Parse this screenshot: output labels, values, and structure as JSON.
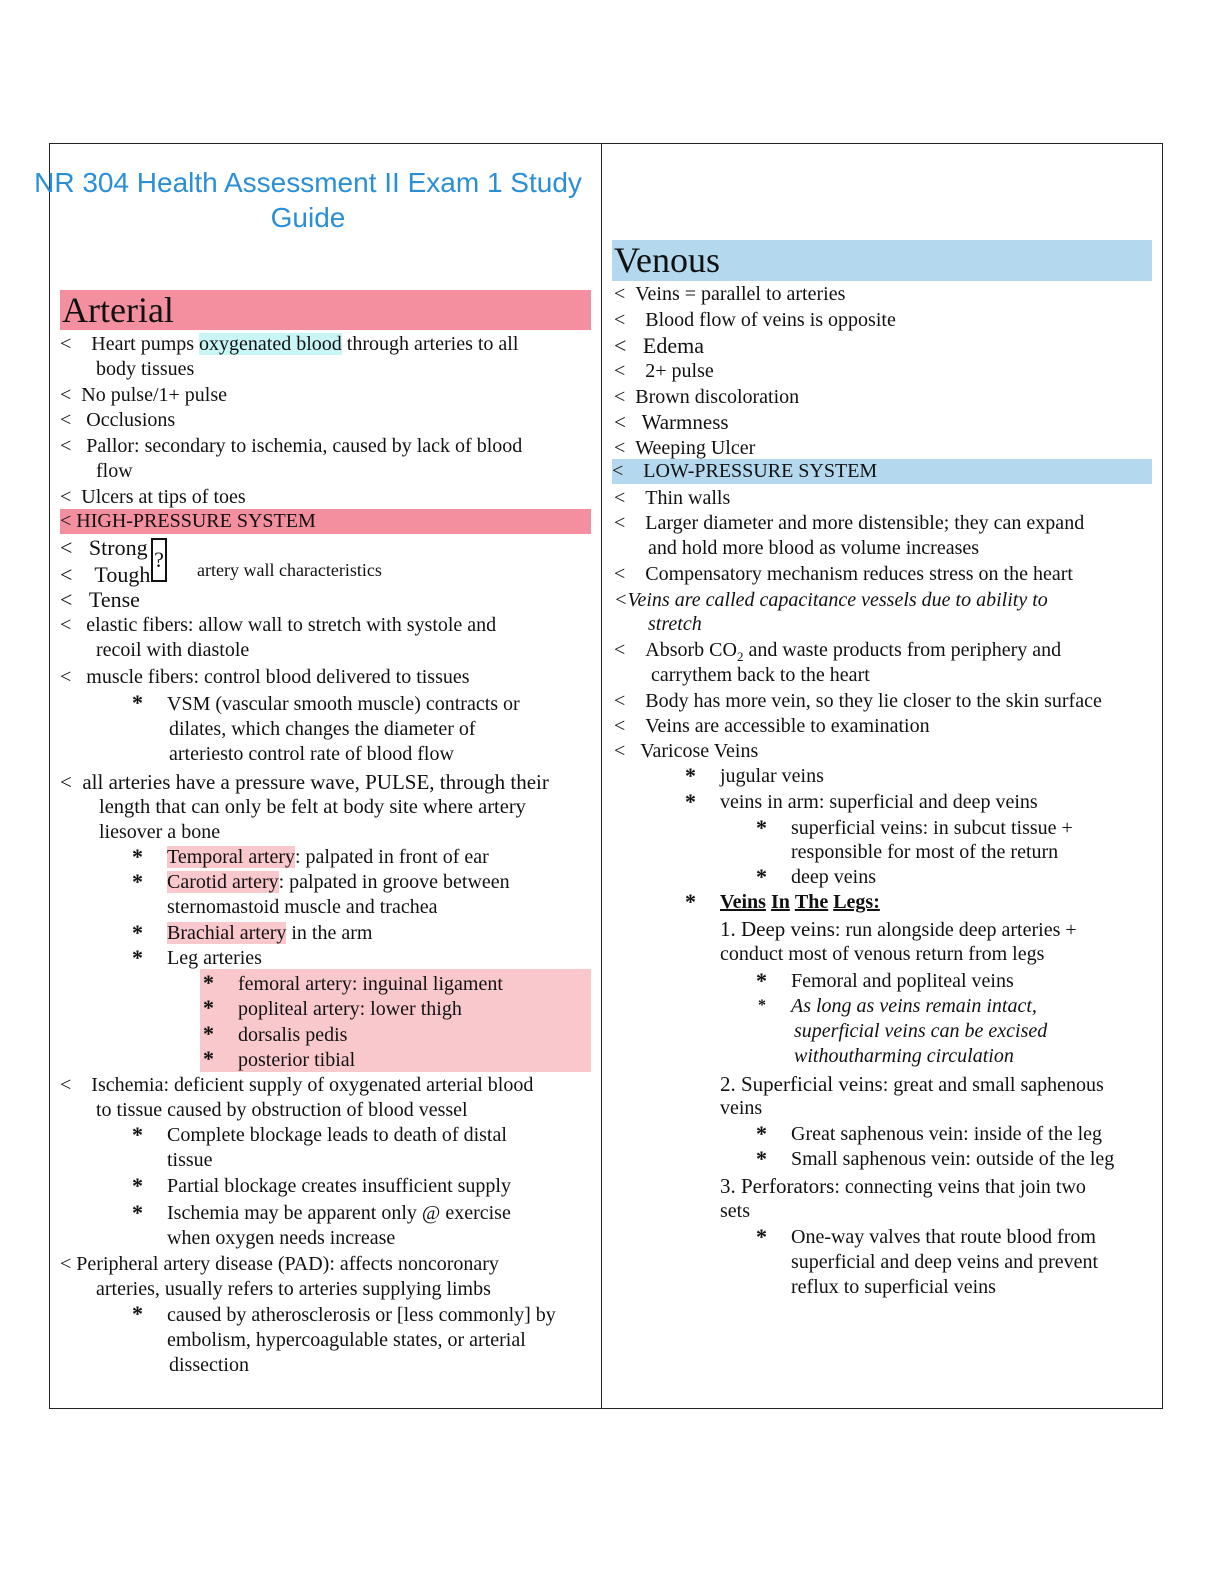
{
  "title": "NR 304 Health Assessment II Exam 1 Study Guide",
  "bullet": "<",
  "star": "*",
  "qmark": "?",
  "arterial": {
    "header": "Arterial",
    "l1a": "Heart pumps ",
    "l1hl": "oxygenated blood",
    "l1b": " through arteries to all",
    "l1c": "body tissues",
    "l2": "No pulse/1+ pulse",
    "l3": "Occlusions",
    "l4a": "Pallor: secondary to ischemia, caused by lack of blood",
    "l4b": "flow",
    "l5": "Ulcers at tips of toes",
    "hps": "HIGH-PRESSURE SYSTEM",
    "strong": "Strong",
    "tough": "Tough",
    "wall_note": "artery wall characteristics",
    "tense": "Tense",
    "el1": "elastic fibers: allow wall to stretch with systole and",
    "el2": "recoil with diastole",
    "mf": "muscle fibers: control blood delivered to tissues",
    "vsm1": "VSM (vascular smooth muscle) contracts or",
    "vsm2": "dilates, which changes the diameter of",
    "vsm3": "arteriesto control rate of blood flow",
    "pw1": "all arteries have a pressure wave, PULSE, through their",
    "pw2": "length that can only be felt at body site where artery",
    "pw3": "liesover a bone",
    "temp_hl": "Temporal artery",
    "temp_rest": ": palpated in front of ear",
    "car_hl": "Carotid artery",
    "car_rest": ": palpated in groove between",
    "car2": "sternomastoid muscle and trachea",
    "brach_hl": "Brachial artery",
    "brach_rest": " in the arm",
    "leg": "Leg arteries",
    "fem": "femoral artery: inguinal ligament",
    "pop": "popliteal artery: lower thigh",
    "dors": "dorsalis pedis",
    "post": "posterior tibial",
    "isch1": "Ischemia: deficient supply of oxygenated arterial blood",
    "isch2": "to tissue caused by obstruction of blood vessel",
    "cb1": "Complete blockage leads to death of distal",
    "cb2": "tissue",
    "pb": "Partial blockage creates insufficient supply",
    "ie1": "Ischemia may be apparent only @ exercise",
    "ie2": "when oxygen needs increase",
    "pad1": "< Peripheral artery disease (PAD): affects noncoronary",
    "pad2": "arteries, usually refers to arteries supplying limbs",
    "ca1": "caused by atherosclerosis or [less commonly] by",
    "ca2": "embolism, hypercoagulable states, or arterial",
    "ca3": "dissection"
  },
  "venous": {
    "header": "Venous",
    "v1": "Veins =   parallel to arteries",
    "v2": "Blood flow of veins is opposite",
    "v3": "Edema",
    "v4": "2+ pulse",
    "v5": "Brown discoloration",
    "v6": "Warmness",
    "v7": "Weeping Ulcer",
    "lps": "LOW-PRESSURE SYSTEM",
    "v8": "Thin walls",
    "ld1": "Larger diameter and more distensible; they can expand",
    "ld2": "and hold more blood as volume increases",
    "comp": "Compensatory mechanism reduces stress on the heart",
    "cap1": "Veins are called capacitance vessels due to ability to",
    "cap2": "stretch",
    "abs1": "Absorb CO",
    "abs_sub": "2",
    "abs1b": " and waste products from periphery and",
    "abs2": "carrythem back to the heart",
    "body": "Body has more vein, so they lie closer to the skin surface",
    "acc": "Veins are accessible to examination",
    "var": "Varicose Veins",
    "jug": "jugular veins",
    "arm": "veins in arm: superficial and deep veins",
    "sup1": "superficial veins: in subcut tissue +",
    "sup2": "responsible for most of the return",
    "deep": "deep veins",
    "legs_w1": "Veins",
    "legs_w2": "In",
    "legs_w3": "The",
    "legs_w4": "Legs:",
    "d1a": "1. Deep veins",
    "d1b": ": run alongside deep arteries +",
    "d1c": "conduct most of venous return from legs",
    "fp": "Femoral and popliteal veins",
    "al1": "As long as veins remain intact,",
    "al2": "superficial veins can be excised",
    "al3": "withoutharming circulation",
    "s2a": "2. Superficial veins",
    "s2b": ": great and small saphenous",
    "s2c": "veins",
    "gs": "Great saphenous vein: inside of the leg",
    "ss": "Small saphenous vein: outside of the leg",
    "p3a": "3. Perforators",
    "p3b": ": connecting veins that join two",
    "p3c": "sets",
    "ow1": "One-way valves that route blood from",
    "ow2": "superficial and deep veins and prevent",
    "ow3": "reflux to superficial veins"
  }
}
